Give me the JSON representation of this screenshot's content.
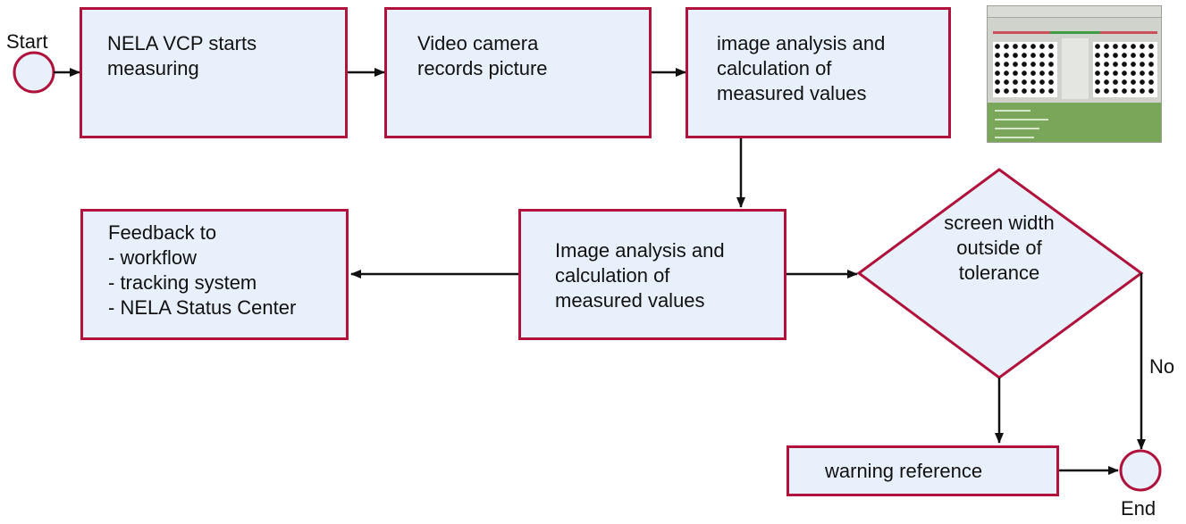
{
  "diagram": {
    "start_label": "Start",
    "end_label": "End",
    "no_label": "No",
    "steps": {
      "start_measuring": "NELA VCP starts\nmeasuring",
      "camera_records": "Video camera\nrecords picture",
      "image_analysis_1": "image analysis and\ncalculation of\nmeasured values",
      "image_analysis_2": "Image analysis and\ncalculation of\nmeasured values",
      "feedback": "Feedback to\n- workflow\n- tracking system\n- NELA Status Center",
      "decision": "screen width\noutside of\ntolerance",
      "warning": "warning reference"
    },
    "colors": {
      "box_fill": "#e8f1fb",
      "box_border": "#b0123b",
      "arrow": "#111111"
    },
    "thumbnail_icon": "software-screenshot-thumbnail"
  }
}
